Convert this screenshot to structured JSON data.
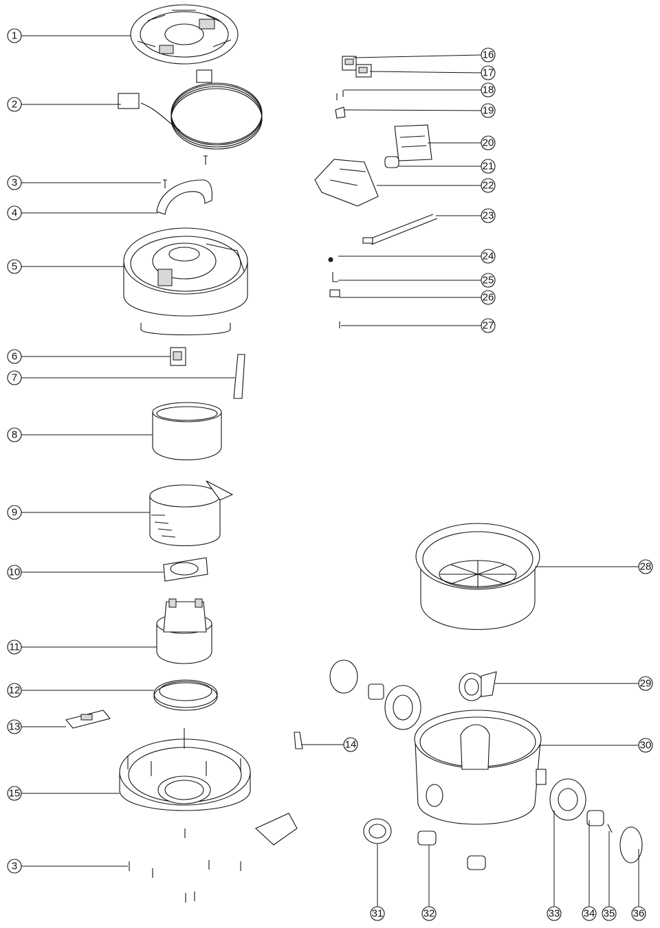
{
  "diagram": {
    "type": "exploded-view-parts-diagram",
    "callouts": [
      {
        "id": "c1",
        "label": "1"
      },
      {
        "id": "c2",
        "label": "2"
      },
      {
        "id": "c3a",
        "label": "3"
      },
      {
        "id": "c4",
        "label": "4"
      },
      {
        "id": "c5",
        "label": "5"
      },
      {
        "id": "c6",
        "label": "6"
      },
      {
        "id": "c7",
        "label": "7"
      },
      {
        "id": "c8",
        "label": "8"
      },
      {
        "id": "c9",
        "label": "9"
      },
      {
        "id": "c10",
        "label": "10"
      },
      {
        "id": "c11",
        "label": "11"
      },
      {
        "id": "c12",
        "label": "12"
      },
      {
        "id": "c13",
        "label": "13"
      },
      {
        "id": "c14",
        "label": "14"
      },
      {
        "id": "c15",
        "label": "15"
      },
      {
        "id": "c3b",
        "label": "3"
      },
      {
        "id": "c16",
        "label": "16"
      },
      {
        "id": "c17",
        "label": "17"
      },
      {
        "id": "c18",
        "label": "18"
      },
      {
        "id": "c19",
        "label": "19"
      },
      {
        "id": "c20",
        "label": "20"
      },
      {
        "id": "c21",
        "label": "21"
      },
      {
        "id": "c22",
        "label": "22"
      },
      {
        "id": "c23",
        "label": "23"
      },
      {
        "id": "c24",
        "label": "24"
      },
      {
        "id": "c25",
        "label": "25"
      },
      {
        "id": "c26",
        "label": "26"
      },
      {
        "id": "c27",
        "label": "27"
      },
      {
        "id": "c28",
        "label": "28"
      },
      {
        "id": "c29",
        "label": "29"
      },
      {
        "id": "c30",
        "label": "30"
      },
      {
        "id": "c31",
        "label": "31"
      },
      {
        "id": "c32",
        "label": "32"
      },
      {
        "id": "c33",
        "label": "33"
      },
      {
        "id": "c34",
        "label": "34"
      },
      {
        "id": "c35",
        "label": "35"
      },
      {
        "id": "c36",
        "label": "36"
      }
    ]
  }
}
